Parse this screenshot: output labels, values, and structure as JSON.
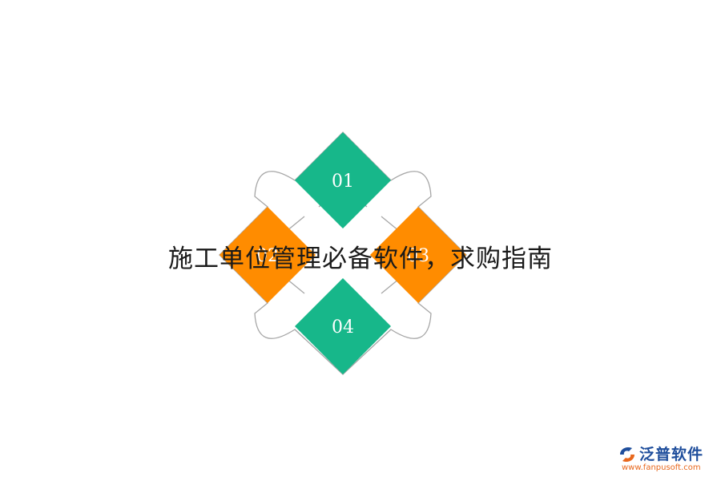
{
  "title": "施工单位管理必备软件，求购指南",
  "items": [
    {
      "label": "01",
      "color": "#17b78a"
    },
    {
      "label": "02",
      "color": "#ff8c00"
    },
    {
      "label": "03",
      "color": "#ff8c00"
    },
    {
      "label": "04",
      "color": "#17b78a"
    }
  ],
  "outline_color": "#a6a6a6",
  "logo": {
    "name": "泛普软件",
    "url": "www.fanpusoft.com",
    "name_color": "#1f4e9c",
    "url_color": "#e8671c"
  }
}
